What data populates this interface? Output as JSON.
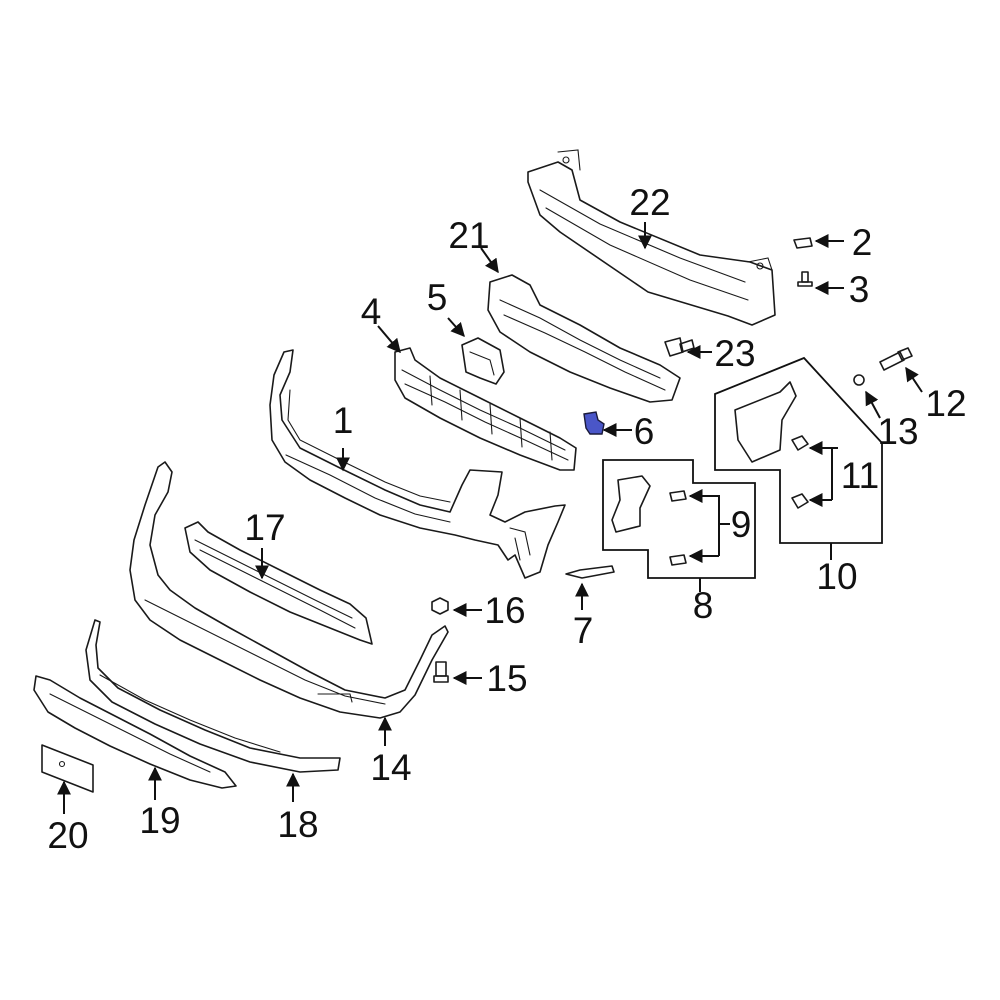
{
  "diagram": {
    "highlight_color": "#4a56c8",
    "line_color": "#1a1a1a",
    "background": "#ffffff",
    "callouts": [
      {
        "id": "c1",
        "label": "1"
      },
      {
        "id": "c2",
        "label": "2"
      },
      {
        "id": "c3",
        "label": "3"
      },
      {
        "id": "c4",
        "label": "4"
      },
      {
        "id": "c5",
        "label": "5"
      },
      {
        "id": "c6",
        "label": "6"
      },
      {
        "id": "c7",
        "label": "7"
      },
      {
        "id": "c8",
        "label": "8"
      },
      {
        "id": "c9",
        "label": "9"
      },
      {
        "id": "c10",
        "label": "10"
      },
      {
        "id": "c11",
        "label": "11"
      },
      {
        "id": "c12",
        "label": "12"
      },
      {
        "id": "c13",
        "label": "13"
      },
      {
        "id": "c14",
        "label": "14"
      },
      {
        "id": "c15",
        "label": "15"
      },
      {
        "id": "c16",
        "label": "16"
      },
      {
        "id": "c17",
        "label": "17"
      },
      {
        "id": "c18",
        "label": "18"
      },
      {
        "id": "c19",
        "label": "19"
      },
      {
        "id": "c20",
        "label": "20"
      },
      {
        "id": "c21",
        "label": "21"
      },
      {
        "id": "c22",
        "label": "22"
      },
      {
        "id": "c23",
        "label": "23"
      }
    ]
  }
}
